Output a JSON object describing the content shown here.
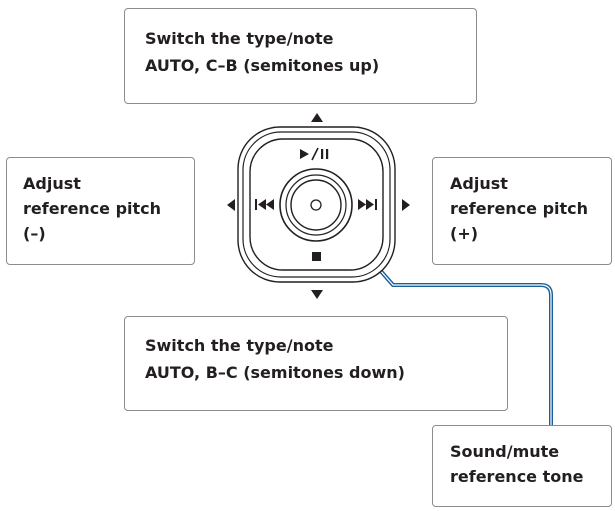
{
  "callouts": {
    "up": {
      "lines": [
        "Switch the type/note",
        "AUTO, C–B (semitones up)"
      ]
    },
    "left": {
      "lines": [
        "Adjust",
        "reference pitch",
        "(–)"
      ]
    },
    "right": {
      "lines": [
        "Adjust",
        "reference pitch",
        "(+)"
      ]
    },
    "down": {
      "lines": [
        "Switch the type/note",
        "AUTO, B–C (semitones down)"
      ]
    },
    "center": {
      "lines": [
        "Sound/mute",
        "reference tone"
      ]
    }
  },
  "controller": {
    "icons": [
      "play-pause-icon",
      "previous-icon",
      "next-icon",
      "stop-icon",
      "center-circle-icon",
      "arrow-up-icon",
      "arrow-down-icon",
      "arrow-left-icon",
      "arrow-right-icon"
    ]
  },
  "colors": {
    "leader_line": "#1a5f96",
    "text": "#231f20",
    "box_border": "#8c8c8c"
  }
}
